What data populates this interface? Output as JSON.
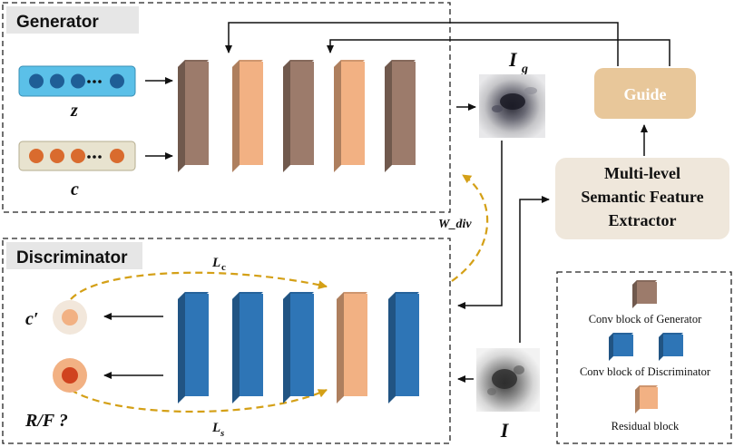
{
  "generator": {
    "title": "Generator",
    "inputs": {
      "noise_label": "z",
      "condition_label": "c"
    }
  },
  "discriminator": {
    "title": "Discriminator",
    "outputs": {
      "class_label": "c′",
      "real_fake_label": "R/F ?"
    },
    "loss_class": "L",
    "loss_class_sub": "c",
    "loss_source": "L",
    "loss_source_sub": "s"
  },
  "generated_image": {
    "label": "I",
    "label_sub": "g"
  },
  "real_image": {
    "label": "I"
  },
  "diversity_weight": "W_div",
  "guide": {
    "label": "Guide"
  },
  "extractor": {
    "line1": "Multi-level",
    "line2": "Semantic Feature",
    "line3": "Extractor"
  },
  "legend": {
    "generator_block": "Conv block of Generator",
    "discriminator_block": "Conv block of Discriminator",
    "residual_block": "Residual block"
  },
  "colors": {
    "generator_conv": "#9C7B6B",
    "residual": "#F2B183",
    "discriminator_conv": "#2E75B6",
    "guide_box": "#E8C79A",
    "extractor_box": "#EFE7DB",
    "dashed_arrow": "#D4A017"
  },
  "icons": [
    "arrow-right-icon",
    "arrow-left-icon",
    "arrow-up-icon"
  ]
}
